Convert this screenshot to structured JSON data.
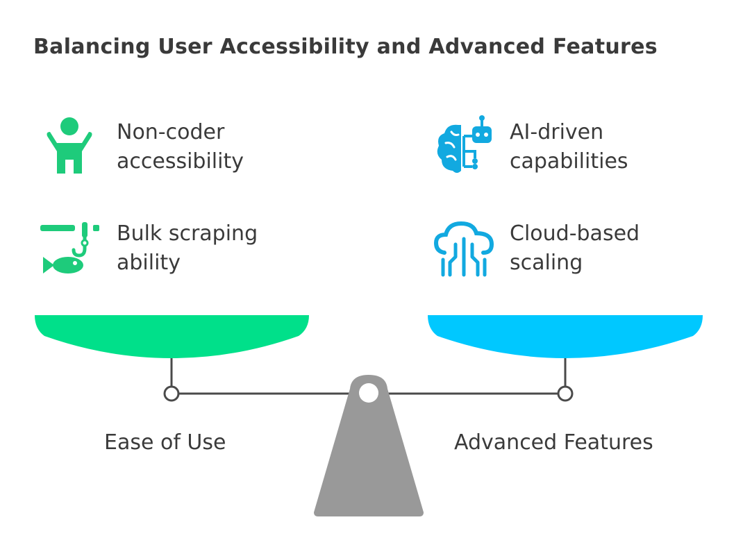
{
  "title": "Balancing User Accessibility and Advanced Features",
  "left": {
    "label": "Ease of Use",
    "color": "#00e08a",
    "items": [
      {
        "icon": "child-figure-icon",
        "line1": "Non-coder",
        "line2": "accessibility"
      },
      {
        "icon": "fishing-hook-icon",
        "line1": "Bulk scraping",
        "line2": "ability"
      }
    ]
  },
  "right": {
    "label": "Advanced Features",
    "color": "#00c8ff",
    "items": [
      {
        "icon": "ai-brain-icon",
        "line1": "AI-driven",
        "line2": "capabilities"
      },
      {
        "icon": "cloud-network-icon",
        "line1": "Cloud-based",
        "line2": "scaling"
      }
    ]
  },
  "fulcrum_color": "#999999"
}
